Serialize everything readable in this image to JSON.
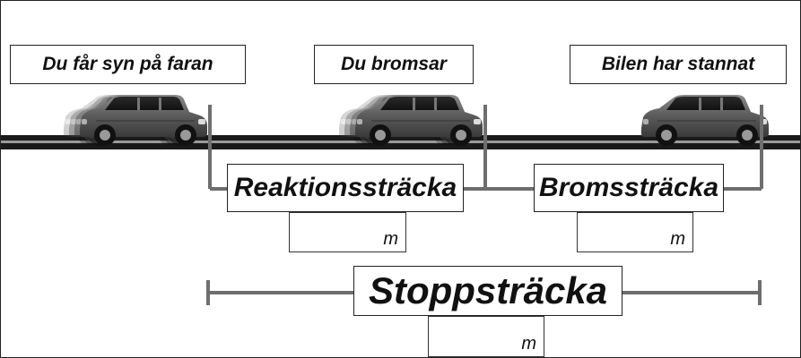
{
  "phases": {
    "see_danger": "Du får syn på faran",
    "braking": "Du bromsar",
    "stopped": "Bilen har stannat"
  },
  "distances": {
    "reaction": "Reaktionssträcka",
    "braking": "Bromssträcka",
    "stopping": "Stoppsträcka"
  },
  "unit": "m",
  "colors": {
    "road_dark": "#1a1a1a",
    "road_stripe": "#9a9a9a",
    "connector": "#6e6e6e",
    "car_body": "#555555"
  },
  "icons": [
    "car-motion-icon",
    "car-motion-icon",
    "car-icon"
  ]
}
